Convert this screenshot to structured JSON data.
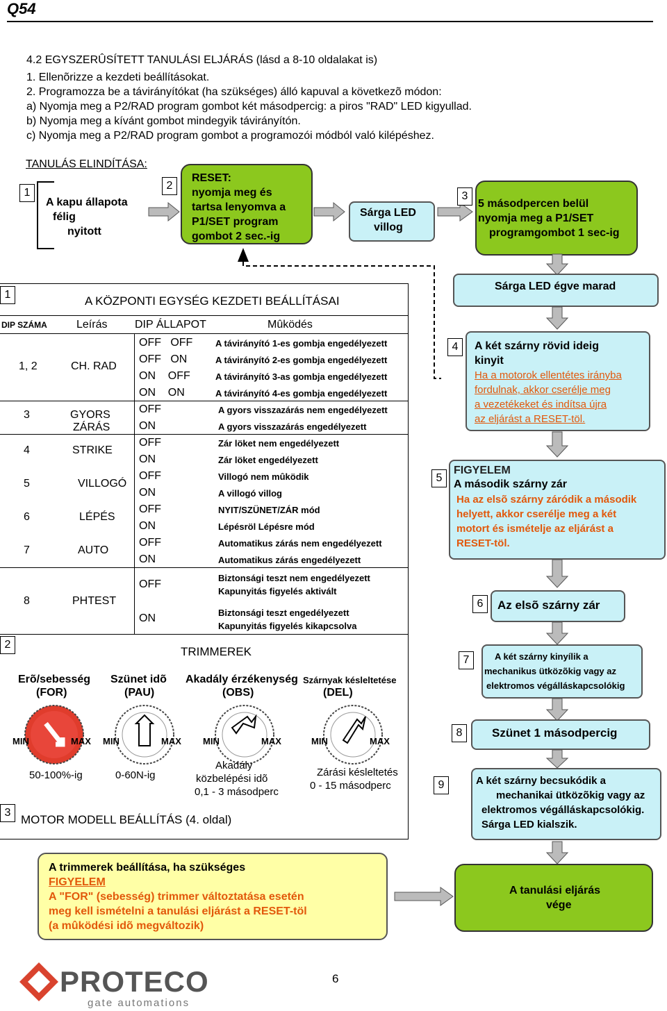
{
  "page_code": "Q54",
  "intro": {
    "heading": "4.2 EGYSZERÛSÍTETT TANULÁSI ELJÁRÁS (lásd a 8-10 oldalakat is)",
    "line1": "1. Ellenõrizze a kezdeti beállításokat.",
    "line2": "2. Programozza be a távirányítókat (ha szükséges) álló kapuval a következõ módon:",
    "line_a": "a) Nyomja meg a P2/RAD program gombot két másodpercig: a piros \"RAD\" LED kigyullad.",
    "line_b": "b) Nyomja meg a kívánt gombot mindegyik távirányítón.",
    "line_c": "c) Nyomja meg a P2/RAD program gombot a programozói módból való kilépéshez."
  },
  "start": {
    "label": "TANULÁS ELINDÍTÁSA:",
    "n1": "1",
    "gate_l1": "A kapu állapota",
    "gate_l2": "félig",
    "gate_l3": "nyitott",
    "n2": "2",
    "reset_l1": "RESET:",
    "reset_l2": "nyomja meg és",
    "reset_l3": "tartsa lenyomva a",
    "reset_l4": "P1/SET program",
    "reset_l5": "gombot 2 sec.-ig",
    "led_l1": "Sárga LED",
    "led_l2": "villog",
    "n3": "3",
    "step3_l1": "5 másodpercen belül",
    "step3_l2": "nyomja meg a P1/SET",
    "step3_l3": "programgombot 1 sec-ig"
  },
  "dip": {
    "n": "1",
    "title": "A KÖZPONTI EGYSÉG KEZDETI BEÁLLÍTÁSAI",
    "h_num": "DIP SZÁMA",
    "h_desc": "Leírás",
    "h_state": "DIP ÁLLAPOT",
    "h_func": "Mûködés",
    "g1_num": "1, 2",
    "g1_name": "CH. RAD",
    "r1_s": "OFF   OFF",
    "r1_f": "A távirányító 1-es gombja engedélyezett",
    "r2_s": "OFF   ON",
    "r2_f": "A távirányító 2-es gombja engedélyezett",
    "r3_s": "ON    OFF",
    "r3_f": "A távirányító 3-as gombja engedélyezett",
    "r4_s": "ON    ON",
    "r4_f": "A távirányító 4-es gombja engedélyezett",
    "g3_num": "3",
    "g3_name1": "GYORS",
    "g3_name2": "ZÁRÁS",
    "r5_s": "OFF",
    "r5_f": "A gyors visszazárás nem engedélyezett",
    "r6_s": "ON",
    "r6_f": "A gyors visszazárás engedélyezett",
    "g4_num": "4",
    "g4_name": "STRIKE",
    "r7_s": "OFF",
    "r7_f": "Zár löket nem engedélyezett",
    "r8_s": "ON",
    "r8_f": "Zár löket engedélyezett",
    "g5_num": "5",
    "g5_name": "VILLOGÓ",
    "r9_s": "OFF",
    "r9_f": "Villogó nem mûködik",
    "r10_s": "ON",
    "r10_f": "A villogó villog",
    "g6_num": "6",
    "g6_name": "LÉPÉS",
    "r11_s": "OFF",
    "r11_f": "NYIT/SZÜNET/ZÁR mód",
    "r12_s": "ON",
    "r12_f": "Lépésröl Lépésre mód",
    "g7_num": "7",
    "g7_name": "AUTO",
    "r13_s": "OFF",
    "r13_f": "Automatikus zárás nem engedélyezett",
    "r14_s": "ON",
    "r14_f": "Automatikus zárás engedélyezett",
    "g8_num": "8",
    "g8_name": "PHTEST",
    "r15_s": "OFF",
    "r15_f1": "Biztonsági teszt nem engedélyezett",
    "r15_f2": "Kapunyitás figyelés aktivált",
    "r16_s": "ON",
    "r16_f1": "Biztonsági teszt engedélyezett",
    "r16_f2": "Kapunyitás figyelés kikapcsolva"
  },
  "trim": {
    "n": "2",
    "title": "TRIMMEREK",
    "t1_l1": "Erõ/sebesség",
    "t1_l2": "(FOR)",
    "t1_v": "50-100%-ig",
    "t2_l1": "Szünet idõ",
    "t2_l2": "(PAU)",
    "t2_v": "0-60N-ig",
    "t3_l1": "Akadály érzékenység",
    "t3_l2": "(OBS)",
    "t3_v1": "Akadály",
    "t3_v2": "közbelépési idõ",
    "t3_v3": "0,1 - 3 másodperc",
    "t4_l1": "Szárnyak késleltetése",
    "t4_l2": "(DEL)",
    "t4_v1": "Zárási késleltetés",
    "t4_v2": "0 - 15 másodperc",
    "min": "MIN",
    "max": "MAX"
  },
  "motor": {
    "n": "3",
    "title": "MOTOR MODELL BEÁLLÍTÁS (4. oldal)"
  },
  "right": {
    "led_on": "Sárga LED égve marad",
    "n4": "4",
    "s4_l1": "A két szárny rövid ideig",
    "s4_l2": "kinyit",
    "s4_r1": "Ha a motorok ellentétes irányba",
    "s4_r2": "fordulnak, akkor cserélje meg",
    "s4_r3": "a vezetékeket és indítsa újra",
    "s4_r4": "az eljárást a RESET-töl.",
    "n5": "5",
    "s5_l1": "FIGYELEM",
    "s5_l2": "A második szárny zár",
    "s5_r1": "Ha az elsõ szárny záródik a második",
    "s5_r2": "helyett, akkor cserélje meg a két",
    "s5_r3": "motort és ismételje az eljárást a",
    "s5_r4": "RESET-töl.",
    "n6": "6",
    "s6": "Az elsõ szárny zár",
    "n7": "7",
    "s7_l1": "A két szárny kinyílik a",
    "s7_l2": "mechanikus ütközõkig vagy az",
    "s7_l3": "elektromos végálláskapcsolókig",
    "n8": "8",
    "s8": "Szünet 1 másodpercig",
    "n9": "9",
    "s9_l1": "A két szárny becsukódik a",
    "s9_l2": "mechanikai ütközõkig vagy az",
    "s9_l3": "elektromos végálláskapcsolókig.",
    "s9_l4": "Sárga LED kialszik."
  },
  "note": {
    "l1": "A trimmerek beállítása, ha szükséges",
    "l2": "FIGYELEM",
    "l3": "A \"FOR\" (sebesség) trimmer változtatása esetén",
    "l4": "meg kell ismételni a tanulási eljárást a RESET-töl",
    "l5": "(a mûködési idõ megváltozik)"
  },
  "end": {
    "l1": "A tanulási eljárás",
    "l2": "vége"
  },
  "footer": {
    "brand": "PROTECO",
    "tagline": "gate automations",
    "page": "6"
  },
  "colors": {
    "lime": "#8cc81e",
    "light_blue": "#c9f1f7",
    "yellow": "#ffffa6",
    "orange": "#e2580b",
    "knob_red": "#e03c2c"
  }
}
